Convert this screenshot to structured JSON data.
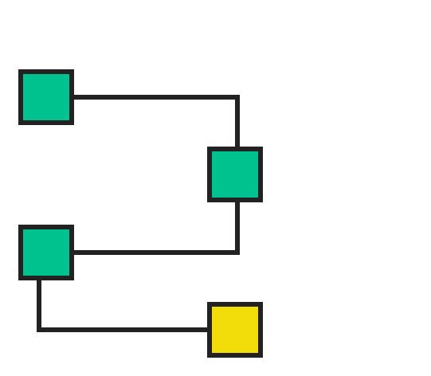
{
  "colors": {
    "background": "#ffffff",
    "stroke": "#222222",
    "node_green": "#00c28e",
    "node_yellow": "#f2dc0a"
  },
  "nodes": [
    {
      "id": "node-1",
      "color": "node_green"
    },
    {
      "id": "node-2",
      "color": "node_green"
    },
    {
      "id": "node-3",
      "color": "node_green"
    },
    {
      "id": "node-4",
      "color": "node_yellow"
    }
  ],
  "edges": [
    {
      "from": "node-1",
      "to": "node-2"
    },
    {
      "from": "node-2",
      "to": "node-3"
    },
    {
      "from": "node-3",
      "to": "node-4"
    }
  ]
}
